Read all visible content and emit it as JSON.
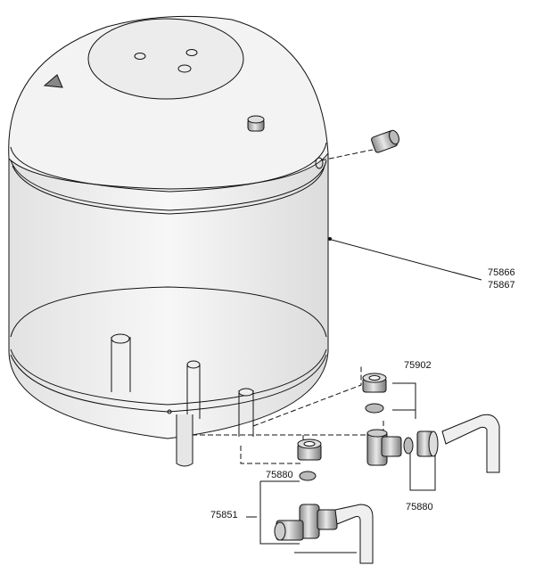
{
  "labels": {
    "part_75866": "75866",
    "part_75867": "75867",
    "part_75902": "75902",
    "part_75880_top": "75880",
    "part_75880_right": "75880",
    "part_75851": "75851"
  },
  "colors": {
    "ink": "#111111",
    "fill_light": "#f2f2f2",
    "fill_mid": "#d9d9d9",
    "fill_dark": "#9a9a9a"
  }
}
